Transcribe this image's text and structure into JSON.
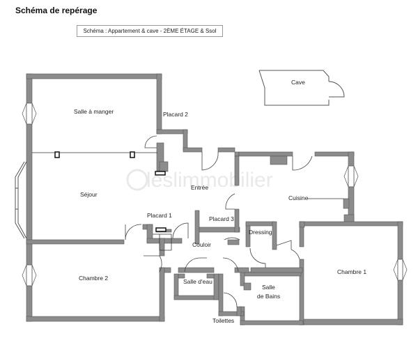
{
  "header": {
    "title": "Schéma de repérage",
    "caption": "Schéma :  Appartement & cave - 2ÈME ÉTAGE & Ssol"
  },
  "watermark": "leslimmobilier",
  "rooms": {
    "cave": "Cave",
    "salle_a_manger": "Salle à manger",
    "placard_2": "Placard 2",
    "sejour": "Séjour",
    "entree": "Entrée",
    "cuisine": "Cuisine",
    "placard_1": "Placard 1",
    "placard_3": "Placard 3",
    "dressing": "Dressing",
    "couloir": "Couloir",
    "chambre_1": "Chambre 1",
    "chambre_2": "Chambre 2",
    "salle_d_eau": "Salle d'eau",
    "salle_de_bains_1": "Salle",
    "salle_de_bains_2": "de Bains",
    "toilettes": "Toilettes"
  },
  "colors": {
    "wall": "#8c8c8c",
    "wall_outline": "#555555",
    "line": "#333333",
    "watermark": "#e9e9e9"
  }
}
